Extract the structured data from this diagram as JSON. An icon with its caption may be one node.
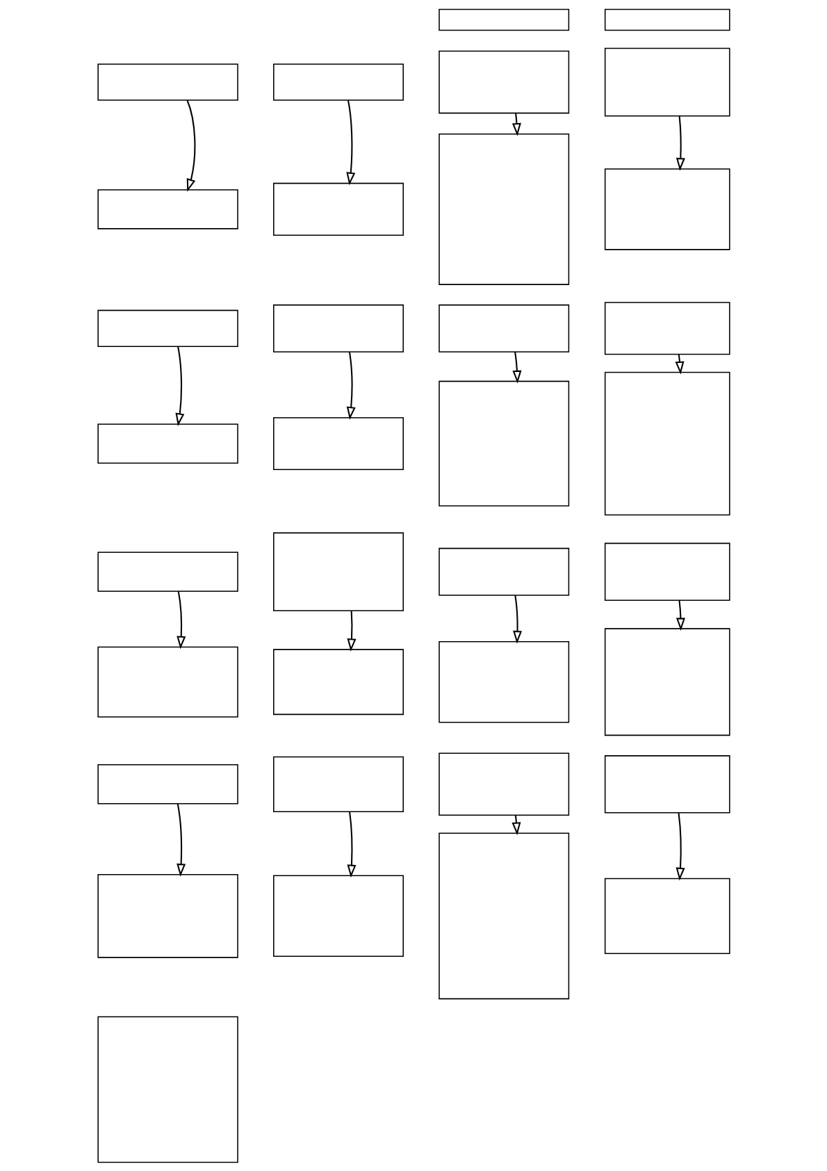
{
  "diagram": {
    "nodes": [
      {
        "text": [],
        "shape": "box"
      },
      {
        "text": [],
        "shape": "box"
      },
      {
        "text": [],
        "shape": "box"
      },
      {
        "text": [],
        "shape": "box"
      },
      {
        "text": [],
        "shape": "box"
      },
      {
        "text": [],
        "shape": "box"
      },
      {
        "text": [],
        "shape": "box"
      },
      {
        "text": [],
        "shape": "box"
      },
      {
        "text": [],
        "shape": "box"
      },
      {
        "text": [],
        "shape": "box"
      },
      {
        "text": [],
        "shape": "box"
      },
      {
        "text": [],
        "shape": "box"
      },
      {
        "text": [],
        "shape": "box"
      },
      {
        "text": [],
        "shape": "box"
      },
      {
        "text": [],
        "shape": "box"
      },
      {
        "text": [],
        "shape": "box"
      },
      {
        "text": [],
        "shape": "box"
      },
      {
        "text": [],
        "shape": "box"
      },
      {
        "text": [],
        "shape": "box"
      },
      {
        "text": [],
        "shape": "box"
      },
      {
        "text": [],
        "shape": "box"
      },
      {
        "text": [],
        "shape": "box"
      },
      {
        "text": [],
        "shape": "box"
      },
      {
        "text": [],
        "shape": "box"
      },
      {
        "text": [],
        "shape": "box"
      },
      {
        "text": [],
        "shape": "box"
      },
      {
        "text": [],
        "shape": "box"
      },
      {
        "text": [],
        "shape": "box"
      },
      {
        "text": [],
        "shape": "box"
      },
      {
        "text": [],
        "shape": "box"
      },
      {
        "text": [],
        "shape": "box"
      },
      {
        "text": [],
        "shape": "box"
      },
      {
        "text": [],
        "shape": "box"
      },
      {
        "text": [],
        "shape": "box"
      },
      {
        "text": [],
        "shape": "box"
      }
    ],
    "edges": [
      {
        "from": 0,
        "to": 1,
        "arrow": "to"
      },
      {
        "from": 2,
        "to": 3,
        "arrow": "to"
      },
      {
        "from": 4,
        "to": 5,
        "arrow": "to"
      },
      {
        "from": 6,
        "to": 7,
        "arrow": "to"
      },
      {
        "from": 9,
        "to": 10,
        "arrow": "to"
      },
      {
        "from": 11,
        "to": 12,
        "arrow": "to"
      },
      {
        "from": 13,
        "to": 14,
        "arrow": "to"
      },
      {
        "from": 15,
        "to": 16,
        "arrow": "to"
      },
      {
        "from": 18,
        "to": 19,
        "arrow": "to"
      },
      {
        "from": 20,
        "to": 21,
        "arrow": "to"
      },
      {
        "from": 22,
        "to": 23,
        "arrow": "to"
      },
      {
        "from": 24,
        "to": 25,
        "arrow": "to"
      },
      {
        "from": 27,
        "to": 28,
        "arrow": "to"
      },
      {
        "from": 29,
        "to": 30,
        "arrow": "to"
      },
      {
        "from": 31,
        "to": 32,
        "arrow": "to"
      },
      {
        "from": 33,
        "to": 34,
        "arrow": "to"
      }
    ]
  }
}
